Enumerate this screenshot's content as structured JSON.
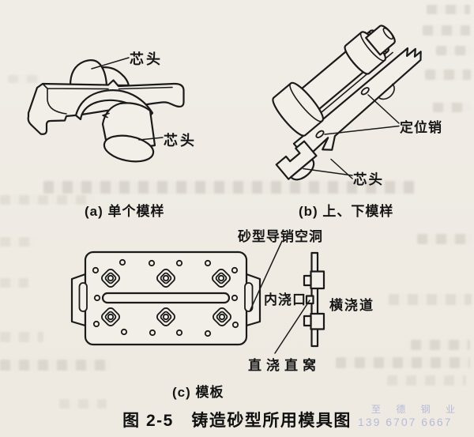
{
  "figure_caption": {
    "number": "图 2-5",
    "title": "铸造砂型所用模具图"
  },
  "panels": {
    "a": {
      "caption": "(a) 单个模样",
      "labels": {
        "core_print_top": "芯头",
        "core_print_bottom": "芯头"
      }
    },
    "b": {
      "caption": "(b) 上、下模样",
      "labels": {
        "locating_pin": "定位销",
        "core_print": "芯头"
      }
    },
    "c": {
      "caption": "(c) 模板",
      "labels": {
        "guide_pin_hole": "砂型导销空洞",
        "ingate": "内浇口",
        "runner": "横浇道",
        "sprue_well": "直浇直窝"
      }
    }
  },
  "watermark": {
    "line1": "至 德 钢 业",
    "line2": "139 6707 6667",
    "color": "#a9afd6"
  },
  "colors": {
    "paper": "#efebe3",
    "ink": "#1a1a1a"
  }
}
